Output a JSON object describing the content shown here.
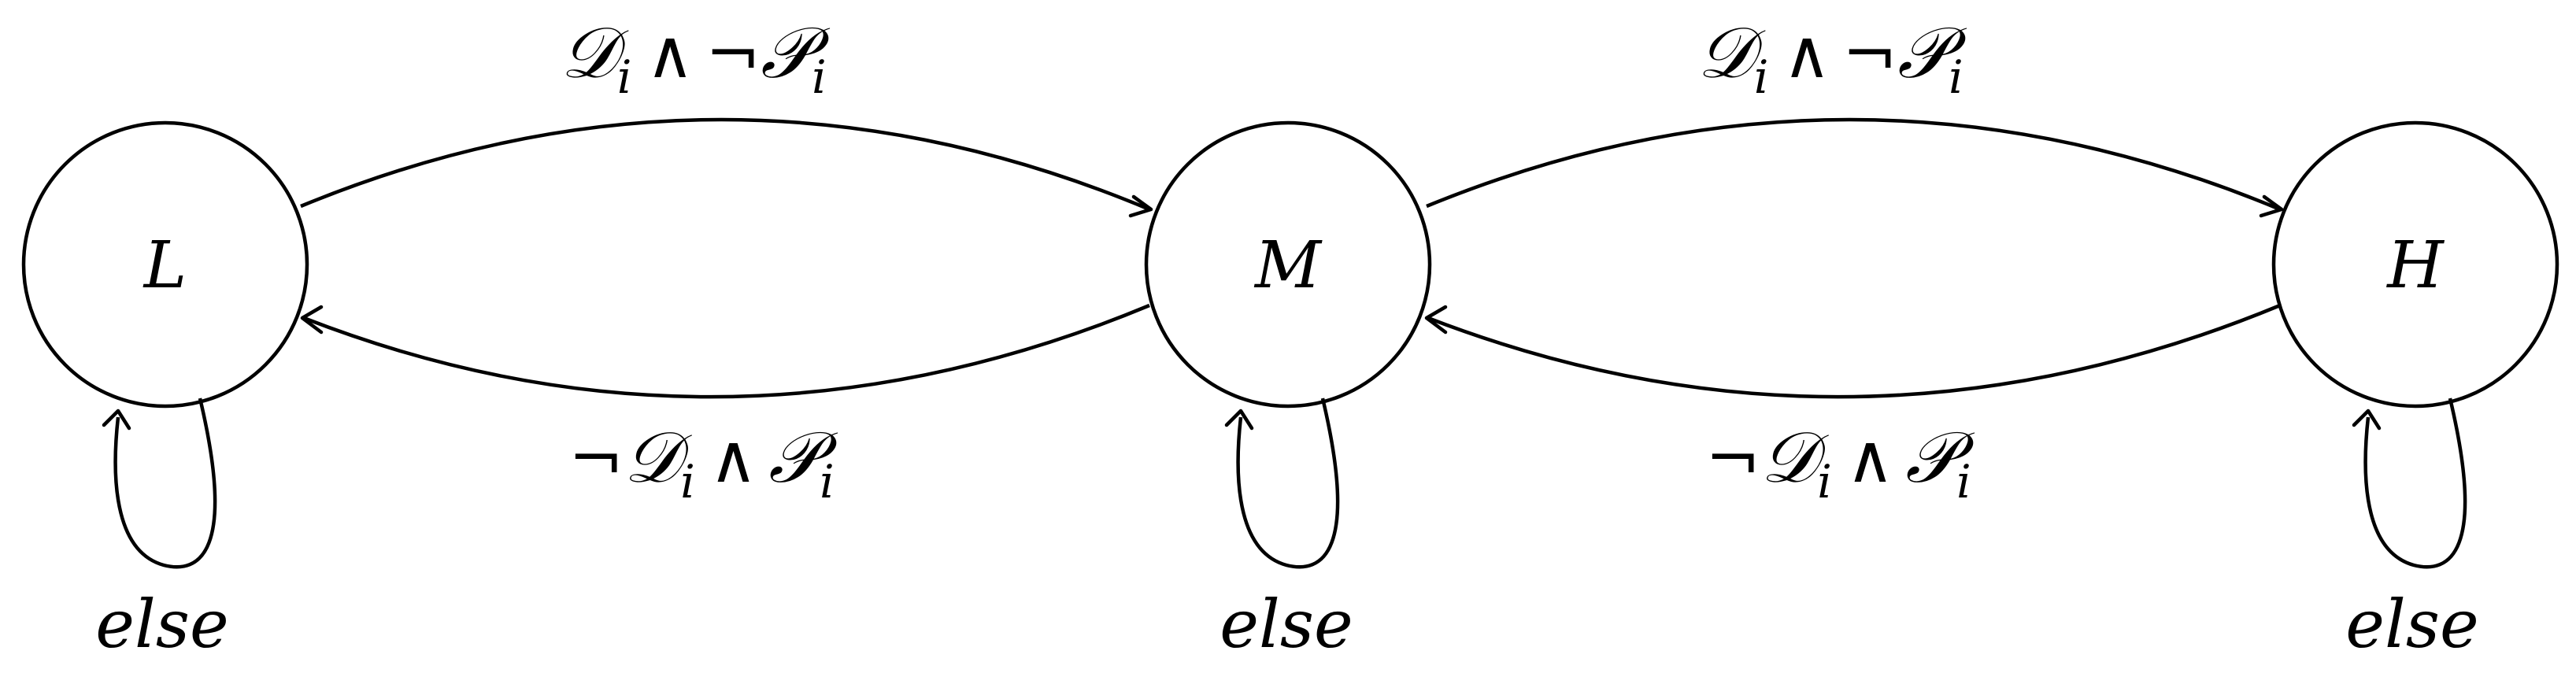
{
  "states": [
    {
      "id": "L",
      "label": "L"
    },
    {
      "id": "M",
      "label": "M"
    },
    {
      "id": "H",
      "label": "H"
    }
  ],
  "transitions": {
    "forward": {
      "symbol_not": "¬",
      "symbol_and": "∧",
      "d": "𝒟",
      "p": "𝒫",
      "index": "i"
    },
    "backward": {
      "symbol_not": "¬",
      "symbol_and": "∧",
      "d": "𝒟",
      "p": "𝒫",
      "index": "i"
    },
    "self_loop_label": "else"
  }
}
